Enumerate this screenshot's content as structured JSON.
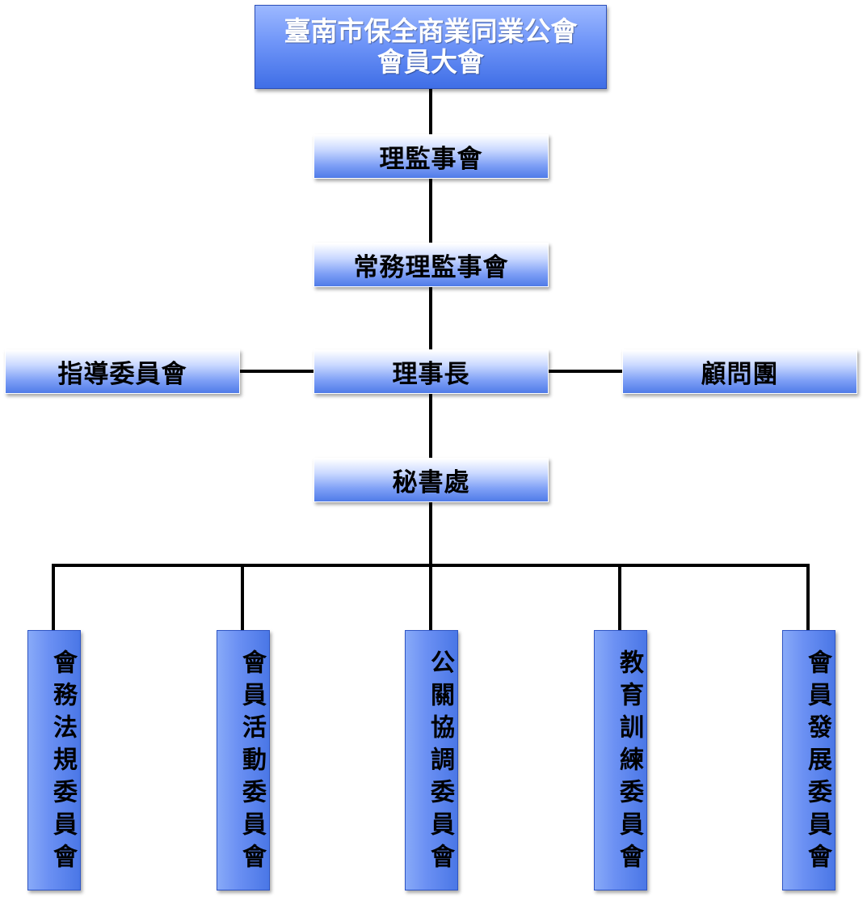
{
  "diagram": {
    "general_assembly": {
      "line1": "臺南市保全商業同業公會",
      "line2": "會員大會"
    },
    "board": "理監事會",
    "standing_board": "常務理監事會",
    "chairman": "理事長",
    "guidance_committee": "指導委員會",
    "advisory_group": "顧問團",
    "secretariat": "秘書處",
    "committees": [
      "會務法規委員會",
      "會員活動委員會",
      "公關協調委員會",
      "教育訓練委員會",
      "會員發展委員會"
    ]
  }
}
